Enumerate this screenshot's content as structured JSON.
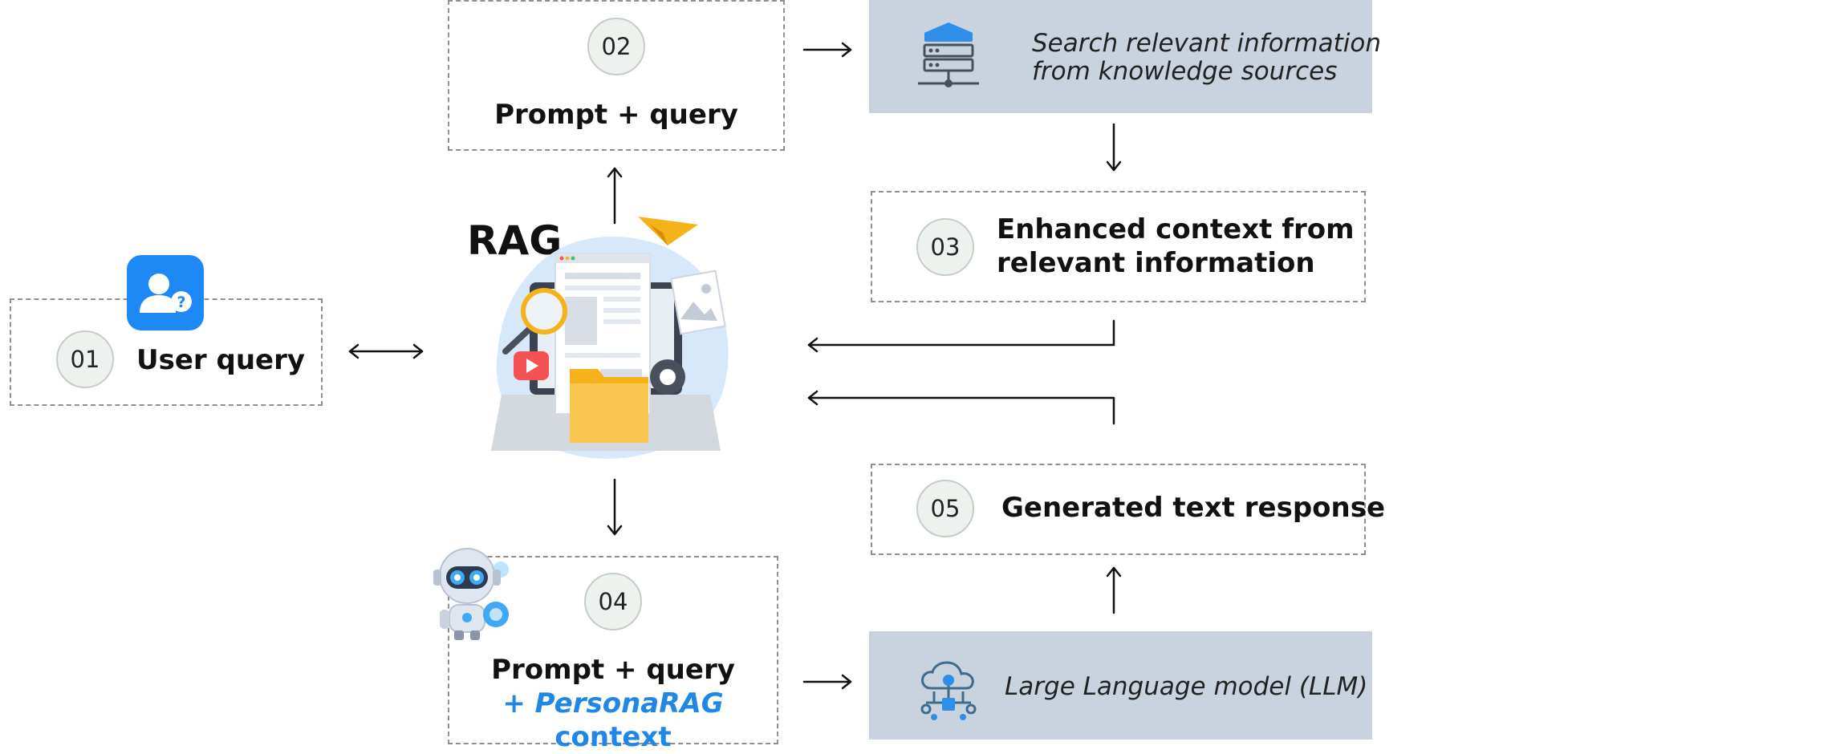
{
  "diagram": {
    "steps": [
      {
        "number": "01",
        "label": "User query"
      },
      {
        "number": "02",
        "label": "Prompt + query"
      },
      {
        "number": "03",
        "label_line1": "Enhanced context from",
        "label_line2": "relevant information"
      },
      {
        "number": "04",
        "label_line1": "Prompt + query",
        "label_line2_prefix": "+ ",
        "label_line2_accent": "PersonaRAG",
        "label_line2_suffix": " context"
      },
      {
        "number": "05",
        "label": "Generated text response"
      }
    ],
    "search_box": {
      "line1": "Search relevant information",
      "line2": "from knowledge sources"
    },
    "llm_box": {
      "label": "Large Language model (LLM)"
    },
    "rag_label": "RAG",
    "icons": [
      "user-question-icon",
      "server-database-icon",
      "rag-laptop-illustration",
      "robot-icon",
      "cloud-network-icon"
    ],
    "colors": {
      "accent": "#1f87e5",
      "gray_box": "#c9d3df",
      "dashed": "#8f8f8f"
    }
  }
}
